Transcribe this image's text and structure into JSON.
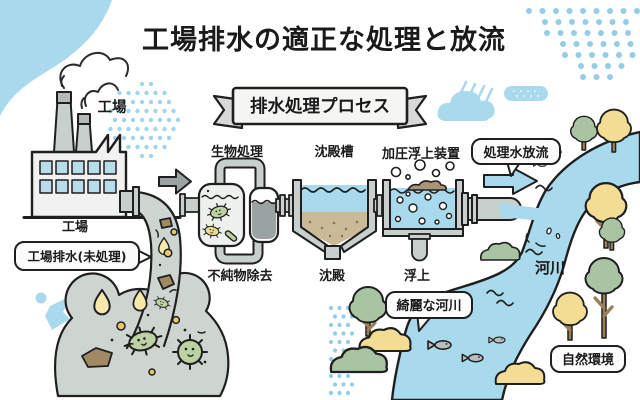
{
  "title": "工場排水の適正な処理と放流",
  "process_banner": "排水処理プロセス",
  "factory": {
    "label_top": "工場",
    "label_bottom": "工場",
    "wastewater_label": "工場排水(未処理)"
  },
  "steps": [
    {
      "name": "生物処理",
      "caption": "不純物除去"
    },
    {
      "name": "沈殿槽",
      "caption": "沈殿"
    },
    {
      "name": "加圧浮上装置",
      "caption": "浮上"
    }
  ],
  "discharge_label": "処理水放流",
  "river": {
    "name": "河川",
    "clean_label": "綺麗な河川",
    "environment_label": "自然環境"
  },
  "colors": {
    "outline": "#1f1f1f",
    "water_blue": "#a9d9ec",
    "dot_blue": "#93cde8",
    "window_blue": "#b9dcea",
    "wastewater_gray": "#ced5d1",
    "pipe_gray": "#c9cfcc",
    "dark_tank_gray": "#9aa3a1",
    "arrow_gray": "#9ba4a2",
    "ribbon_gray": "#d7dad8",
    "sediment_tan": "#cbba97",
    "tree_green": "#a9c4a3",
    "tree_yellow": "#f3dd94",
    "germ_green": "#bcd2a3",
    "germ_yellow": "#e9d98f",
    "droplet_yellow": "#f6e7ab",
    "dirt_brown": "#a18a63",
    "scum_brown": "#ab9378",
    "trunk_brown": "#9b8058",
    "fish_gray": "#b9bfbd",
    "bubble_bg": "#fbfbfb",
    "banner_bg": "#f5f5f4"
  }
}
